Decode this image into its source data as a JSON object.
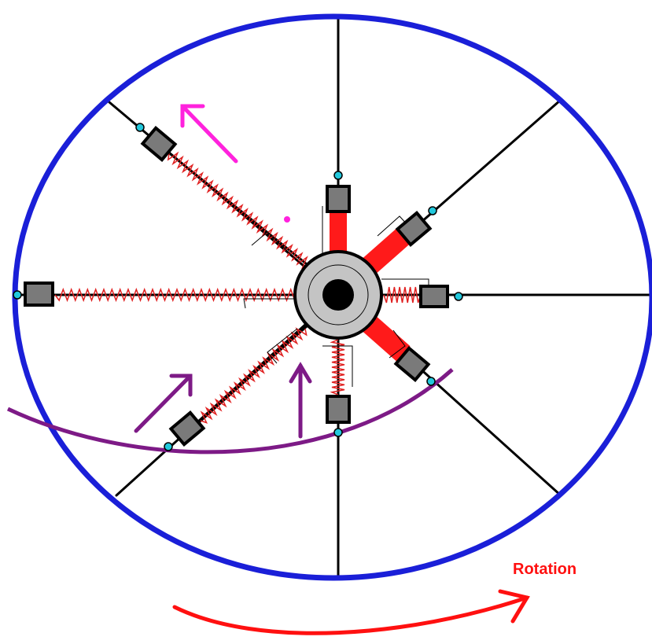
{
  "labels": {
    "rotation": "Rotation"
  },
  "colors": {
    "rim": "#1a1fd8",
    "spoke": "#000000",
    "spring_compressed": "#ff1a1a",
    "spring_stretched": "#e02020",
    "weight": "#7a7a7a",
    "weight_border": "#000000",
    "joint": "#22c8dc",
    "hub": "#c4c4c4",
    "axle": "#000000",
    "arrow_up_left": "#ff22dd",
    "arrow_lift": "#7d1a86",
    "arc_path": "#7d1a86",
    "rotation_arrow": "#ff1010"
  },
  "icons": {
    "rotation": "curved-arrow-right",
    "force": "straight-arrow"
  }
}
